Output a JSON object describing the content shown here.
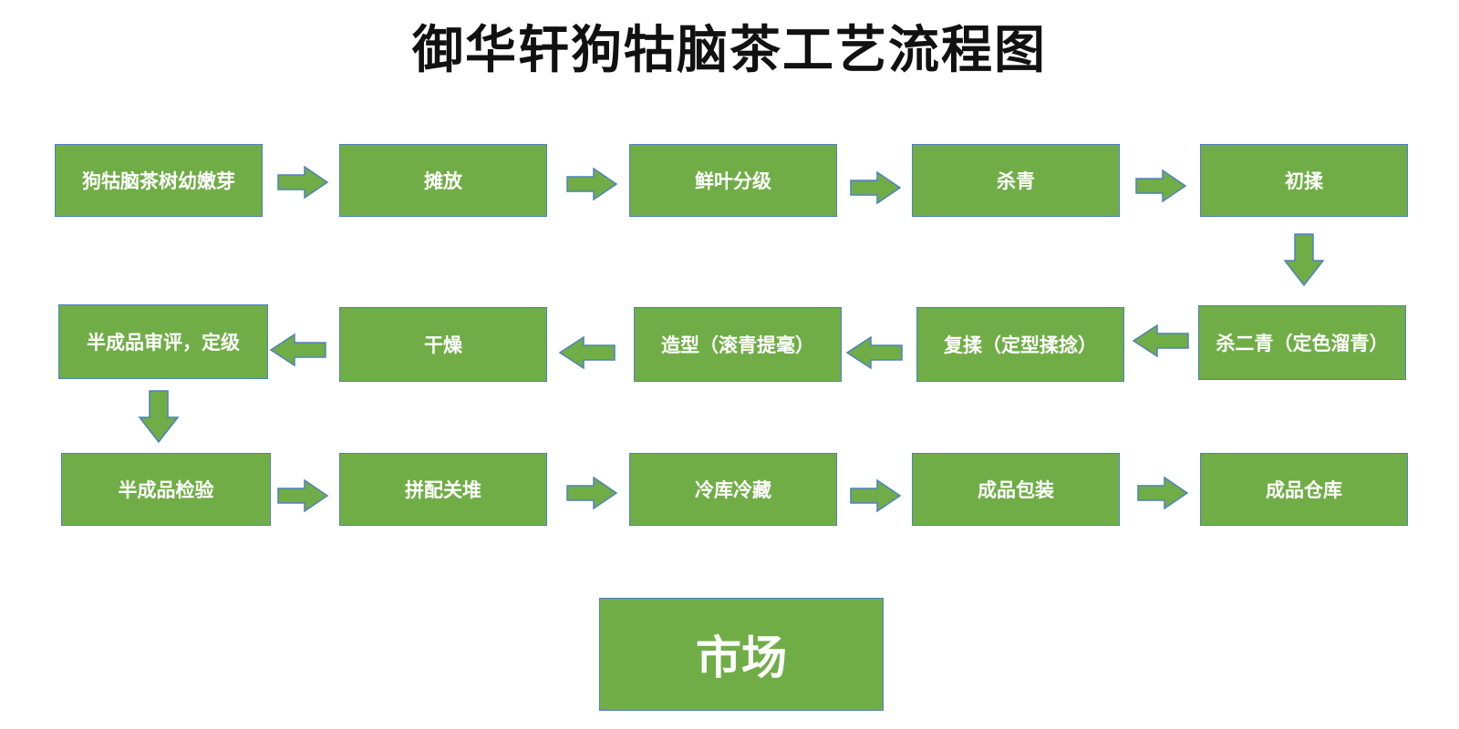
{
  "title": "御华轩狗牯脑茶工艺流程图",
  "steps": {
    "s01": "狗牯脑茶树幼嫩芽",
    "s02": "摊放",
    "s03": "鲜叶分级",
    "s04": "杀青",
    "s05": "初揉",
    "s06": "杀二青（定色溜青）",
    "s07": "复揉（定型揉捻）",
    "s08": "造型（滚青提毫）",
    "s09": "干燥",
    "s10": "半成品审评，定级",
    "s11": "半成品检验",
    "s12": "拼配关堆",
    "s13": "冷库冷藏",
    "s14": "成品包装",
    "s15": "成品仓库",
    "s16": "市场"
  },
  "colors": {
    "box_fill": "#70ad47",
    "box_border": "#4f81bd",
    "text": "#ffffff",
    "title": "#111111"
  }
}
